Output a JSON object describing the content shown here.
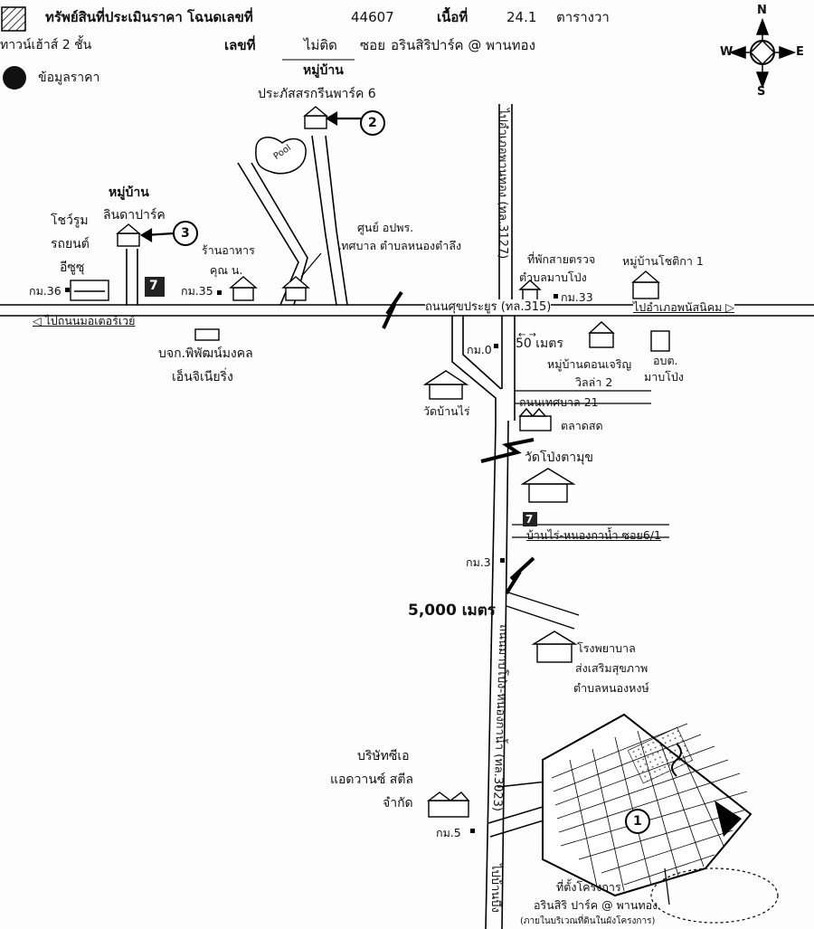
{
  "header": {
    "title": "ทรัพย์สินที่ประเมินราคา โฉนดเลขที่",
    "deed_no": "44607",
    "area_label": "เนื้อที่",
    "area_value": "24.1",
    "area_unit": "ตารางวา",
    "house_no_label": "เลขที่",
    "house_no_value": "ไม่ติด",
    "soi_label": "ซอย",
    "soi_value": "อรินสิริปาร์ค @ พานทอง"
  },
  "legend": {
    "townhouse": "ทาวน์เฮ้าส์ 2 ชั้น",
    "price_info": "ข้อมูลราคา"
  },
  "compass": {
    "n": "N",
    "s": "S",
    "e": "E",
    "w": "W"
  },
  "landmarks": {
    "village1_line1": "หมู่บ้าน",
    "village1_line2": "ประภัสสรกรีนพาร์ค 6",
    "pool": "Pool",
    "village2_line1": "หมู่บ้าน",
    "village2_line2": "ลินดาปาร์ค",
    "showroom_line1": "โชว์รูม",
    "showroom_line2": "รถยนต์",
    "showroom_line3": "อีซูซุ",
    "restaurant_line1": "ร้านอาหาร",
    "restaurant_line2": "คุณ น.",
    "center_line1": "ศูนย์ อปพร.",
    "center_line2": "เทศบาล ตำบลหนองตำลึง",
    "checkpoint_line1": "ที่พักสายตรวจ",
    "checkpoint_line2": "ตำบลมาบโป่ง",
    "village3": "หมู่บ้านโชติกา 1",
    "factory1_line1": "บจก.พิพัฒน์มงคล",
    "factory1_line2": "เอ็นจิเนียริ่ง",
    "village4_line1": "หมู่บ้านดอนเจริญ",
    "village4_line2": "วิลล่า 2",
    "obt_line1": "อบต.",
    "obt_line2": "มาบโป่ง",
    "temple1": "วัดบ้านไร่",
    "market": "ตลาดสด",
    "temple2": "วัดโป่งตามุข",
    "hospital_line1": "โรงพยาบาล",
    "hospital_line2": "ส่งเสริมสุขภาพ",
    "hospital_line3": "ตำบลหนองหงษ์",
    "company_line1": "บริษัทซีเอ",
    "company_line2": "แอดวานซ์ สตีล",
    "company_line3": "จำกัด",
    "project_line1": "ที่ตั้งโครงการ",
    "project_line2": "อรินสิริ ปาร์ค @ พานทอง",
    "project_line3": "(ภายในบริเวณที่ดินในผังโครงการ)"
  },
  "roads": {
    "main_road": "ถนนศุขประยูร (ทล.315)",
    "to_motorway": "◁ ไปถนนมอเตอร์เวย์",
    "to_phanat": "ไปอำเภอพนัสนิคม ▷",
    "to_phanthong": "ไปอำเภอพานทอง (ทล.3127)",
    "tessaban21": "ถนนเทศบาล 21",
    "soi6": "บ้านไร่-หนองกาน้ำ ซอย6/1",
    "road3023": "ถนนมาบโป่ง-หนองกาน้ำ (ทล.3023)",
    "to_sub": "ไปบ้านบึง"
  },
  "markers": {
    "km36": "กม.36",
    "km35": "กม.35",
    "km33": "กม.33",
    "km0": "กม.0",
    "km3": "กม.3",
    "km5": "กม.5",
    "seven_eleven": "7"
  },
  "distances": {
    "d50": "50 เมตร",
    "d5000": "5,000 เมตร",
    "arrow50": "← →"
  },
  "callouts": {
    "c1": "1",
    "c2": "2",
    "c3": "3"
  }
}
